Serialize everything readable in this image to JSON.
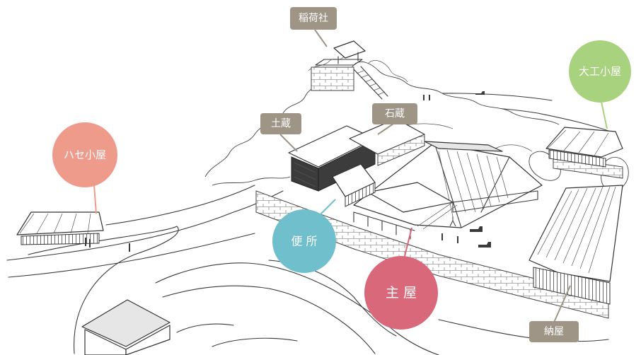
{
  "labels": {
    "inari_shrine": "稲荷社",
    "earthen_storehouse": "土蔵",
    "stone_storehouse": "石蔵",
    "carpenter_hut": "大工小屋",
    "hase_hut": "ハセ小屋",
    "toilet": "便 所",
    "main_house": "主 屋",
    "barn": "納屋"
  },
  "colors": {
    "tag_gray": "#9e9587",
    "carpenter_hut": "#a8d27e",
    "hase_hut": "#ee9b8c",
    "toilet": "#6fbfcc",
    "main_house": "#d9697a",
    "line_dark": "#3a3a3a"
  }
}
